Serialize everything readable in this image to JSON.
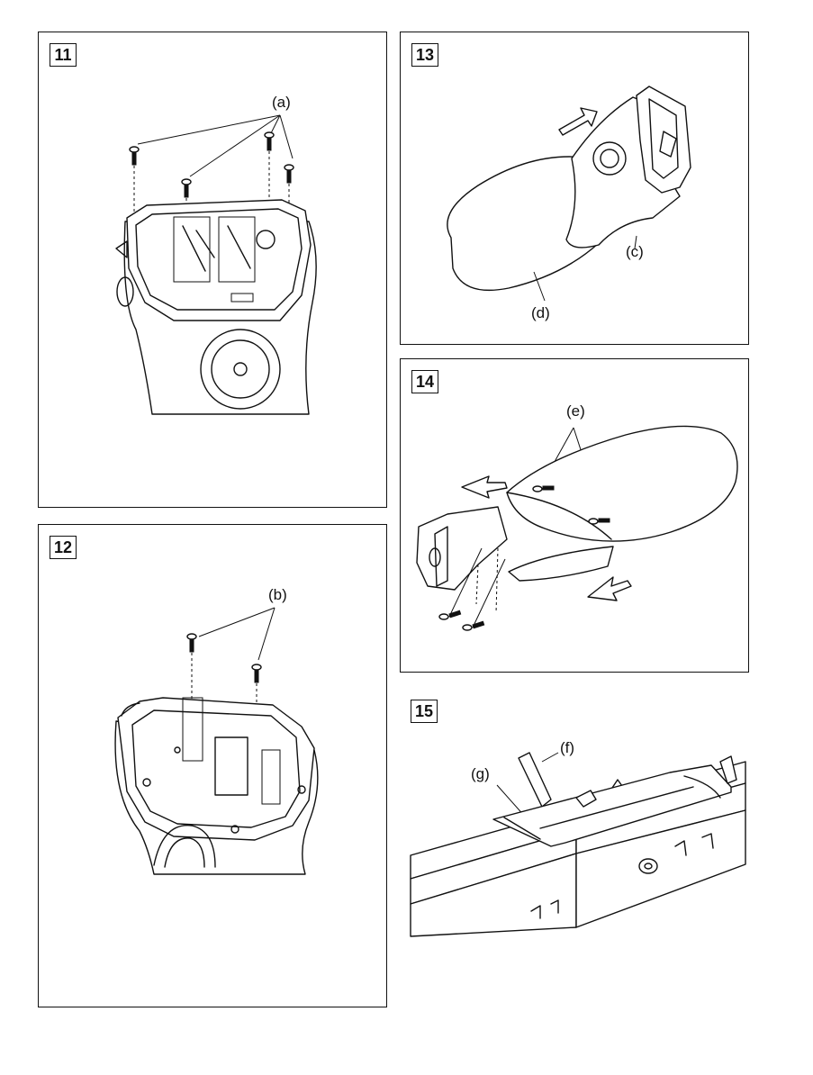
{
  "steps": [
    {
      "number": "11",
      "labels": [
        "(a)"
      ],
      "illustration": "shaver-head-frame-screws"
    },
    {
      "number": "12",
      "labels": [
        "(b)"
      ],
      "illustration": "shaver-inner-frame-screws"
    },
    {
      "number": "13",
      "labels": [
        "(c)",
        "(d)"
      ],
      "illustration": "shaver-housing-slide-off"
    },
    {
      "number": "14",
      "labels": [
        "(e)"
      ],
      "illustration": "shaver-housing-separate"
    },
    {
      "number": "15",
      "labels": [
        "(f)",
        "(g)"
      ],
      "illustration": "battery-unit-lever-release"
    }
  ],
  "colors": {
    "line": "#111111",
    "background": "#ffffff",
    "shade": "#bbbbbb"
  }
}
